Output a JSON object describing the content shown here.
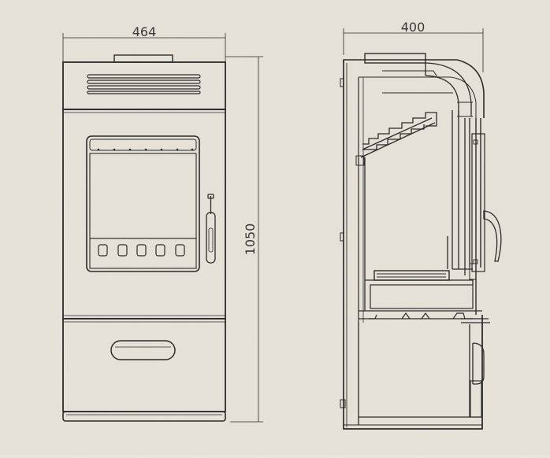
{
  "dimensions": {
    "width": "464",
    "height": "1050",
    "depth": "400"
  },
  "colors": {
    "background": "#e9e5dc",
    "line": "#2b2b2b",
    "text": "#3a3a3a"
  }
}
